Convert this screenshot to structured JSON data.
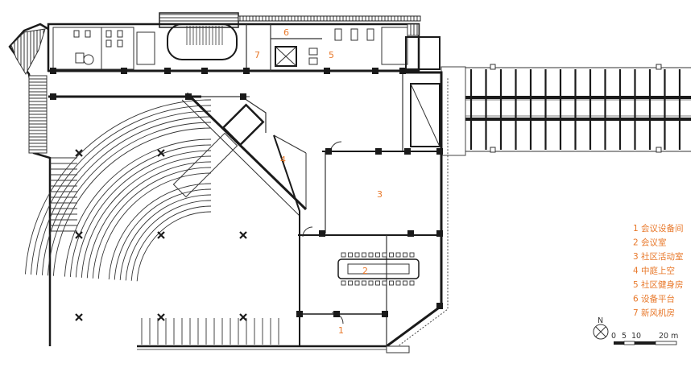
{
  "room_numbers": [
    "1",
    "2",
    "3",
    "4",
    "5",
    "6",
    "7"
  ],
  "legend": [
    {
      "num": "1",
      "label": "会议设备间"
    },
    {
      "num": "2",
      "label": "会议室"
    },
    {
      "num": "3",
      "label": "社区活动室"
    },
    {
      "num": "4",
      "label": "中庭上空"
    },
    {
      "num": "5",
      "label": "社区健身房"
    },
    {
      "num": "6",
      "label": "设备平台"
    },
    {
      "num": "7",
      "label": "新风机房"
    }
  ],
  "north_label": "N",
  "scale_bar": {
    "labels": [
      "0",
      "5",
      "10",
      "20 m"
    ]
  },
  "colors": {
    "accent": "#e8782a",
    "line": "#1a1a1a",
    "thin": "#555555"
  }
}
